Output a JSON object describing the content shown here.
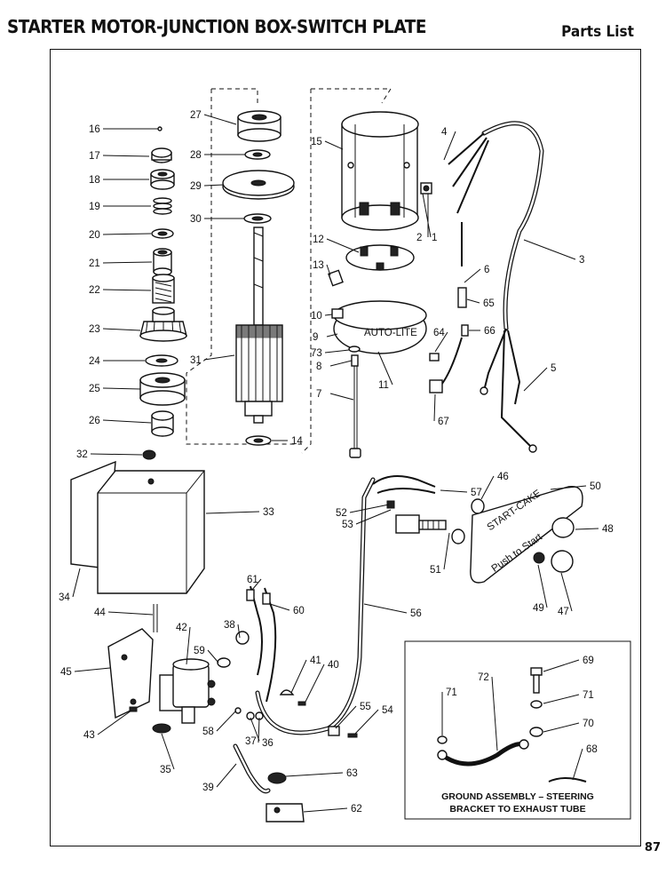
{
  "header": {
    "title": "STARTER MOTOR-JUNCTION BOX-SWITCH PLATE",
    "section": "Parts List"
  },
  "page_number": "87",
  "inset": {
    "caption_line1": "GROUND ASSEMBLY – STEERING",
    "caption_line2": "BRACKET TO EXHAUST TUBE"
  },
  "plate_text": {
    "brand": "START-CAKE",
    "sub": "Push to Start"
  },
  "band_text": "AUTO-LITE",
  "labels": {
    "l1": "1",
    "l2": "2",
    "l3": "3",
    "l4": "4",
    "l5": "5",
    "l6": "6",
    "l7": "7",
    "l8": "8",
    "l9": "9",
    "l10": "10",
    "l11": "11",
    "l12": "12",
    "l13": "13",
    "l14": "14",
    "l15": "15",
    "l16": "16",
    "l17": "17",
    "l18": "18",
    "l19": "19",
    "l20": "20",
    "l21": "21",
    "l22": "22",
    "l23": "23",
    "l24": "24",
    "l25": "25",
    "l26": "26",
    "l27": "27",
    "l28": "28",
    "l29": "29",
    "l30": "30",
    "l31": "31",
    "l32": "32",
    "l33": "33",
    "l34": "34",
    "l35": "35",
    "l36": "36",
    "l37": "37",
    "l38": "38",
    "l39": "39",
    "l40": "40",
    "l41": "41",
    "l42": "42",
    "l43": "43",
    "l44": "44",
    "l45": "45",
    "l46": "46",
    "l47": "47",
    "l48": "48",
    "l49": "49",
    "l50": "50",
    "l51": "51",
    "l52": "52",
    "l53": "53",
    "l54": "54",
    "l55": "55",
    "l56": "56",
    "l57": "57",
    "l58": "58",
    "l59": "59",
    "l60": "60",
    "l61": "61",
    "l62": "62",
    "l63": "63",
    "l64": "64",
    "l65": "65",
    "l66": "66",
    "l67": "67",
    "l68": "68",
    "l69": "69",
    "l70": "70",
    "l71a": "71",
    "l71b": "71",
    "l72": "72",
    "l73": "73"
  }
}
